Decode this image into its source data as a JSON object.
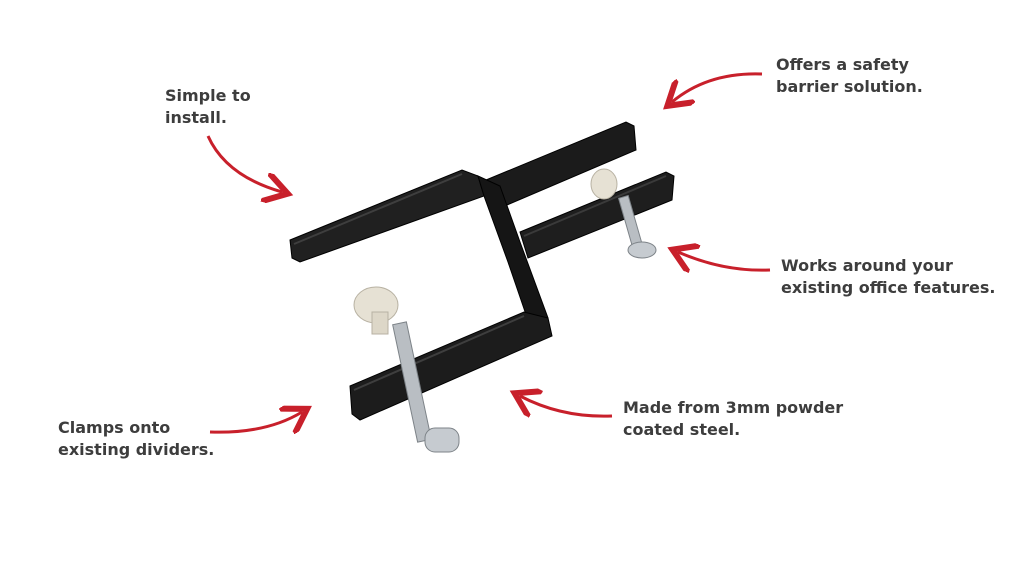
{
  "colors": {
    "arrow": "#c8202b",
    "text": "#3d3d3d",
    "bracket": "#1a1a1a",
    "screw": "#b9bec3",
    "knob": "#e6e1d4"
  },
  "callouts": {
    "simple_to_install": {
      "line1": "Simple to",
      "line2": "install."
    },
    "safety_barrier": {
      "line1": "Offers a safety",
      "line2": "barrier solution."
    },
    "works_around": {
      "line1": "Works around your",
      "line2": "existing office features."
    },
    "made_from": {
      "line1": "Made from 3mm powder",
      "line2": "coated steel."
    },
    "clamps_onto": {
      "line1": "Clamps onto",
      "line2": "existing dividers."
    }
  },
  "icons": {
    "arrow": "curved-arrow-icon",
    "product": "steel-clamp-bracket"
  }
}
